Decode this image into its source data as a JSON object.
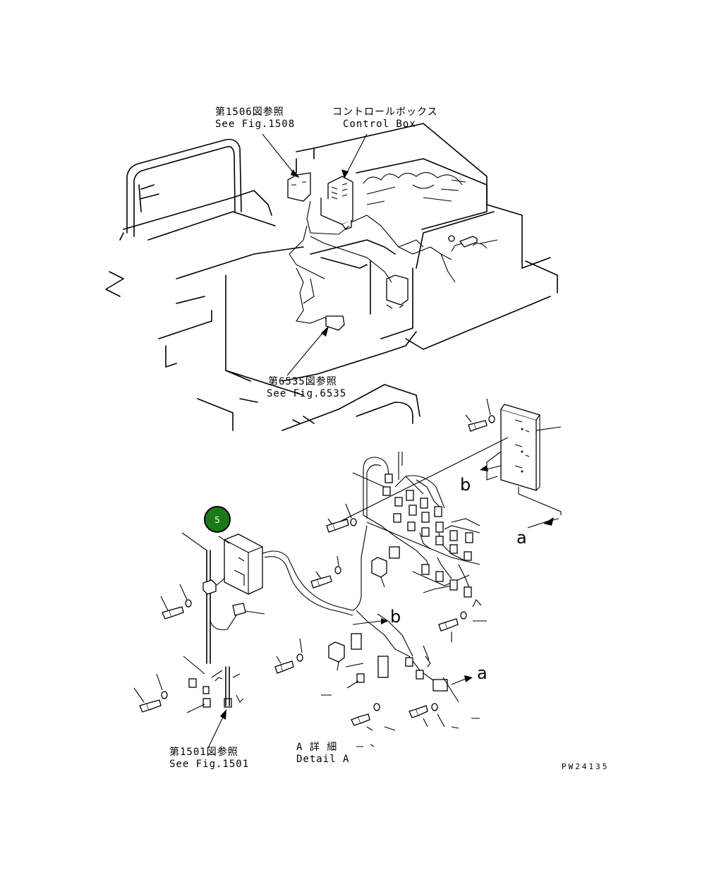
{
  "callouts": {
    "fig1508_jp": "第1506図参照",
    "fig1508_en": "See Fig.1508",
    "control_box_jp": "コントロールボックス",
    "control_box_en": "Control Box",
    "fig6535_jp": "第6535図参照",
    "fig6535_en": "See Fig.6535",
    "fig1501_jp": "第1501図参照",
    "fig1501_en": "See Fig.1501",
    "detail_jp": "A 詳 細",
    "detail_en": "Detail A"
  },
  "view_letters": {
    "b_upper": "b",
    "a_upper": "a",
    "b_lower": "b",
    "a_lower": "a"
  },
  "part_badge": {
    "number": "5",
    "fill_color": "#1a7a1a"
  },
  "drawing_code": "PW24135",
  "colors": {
    "line": "#000000",
    "background": "#ffffff"
  }
}
